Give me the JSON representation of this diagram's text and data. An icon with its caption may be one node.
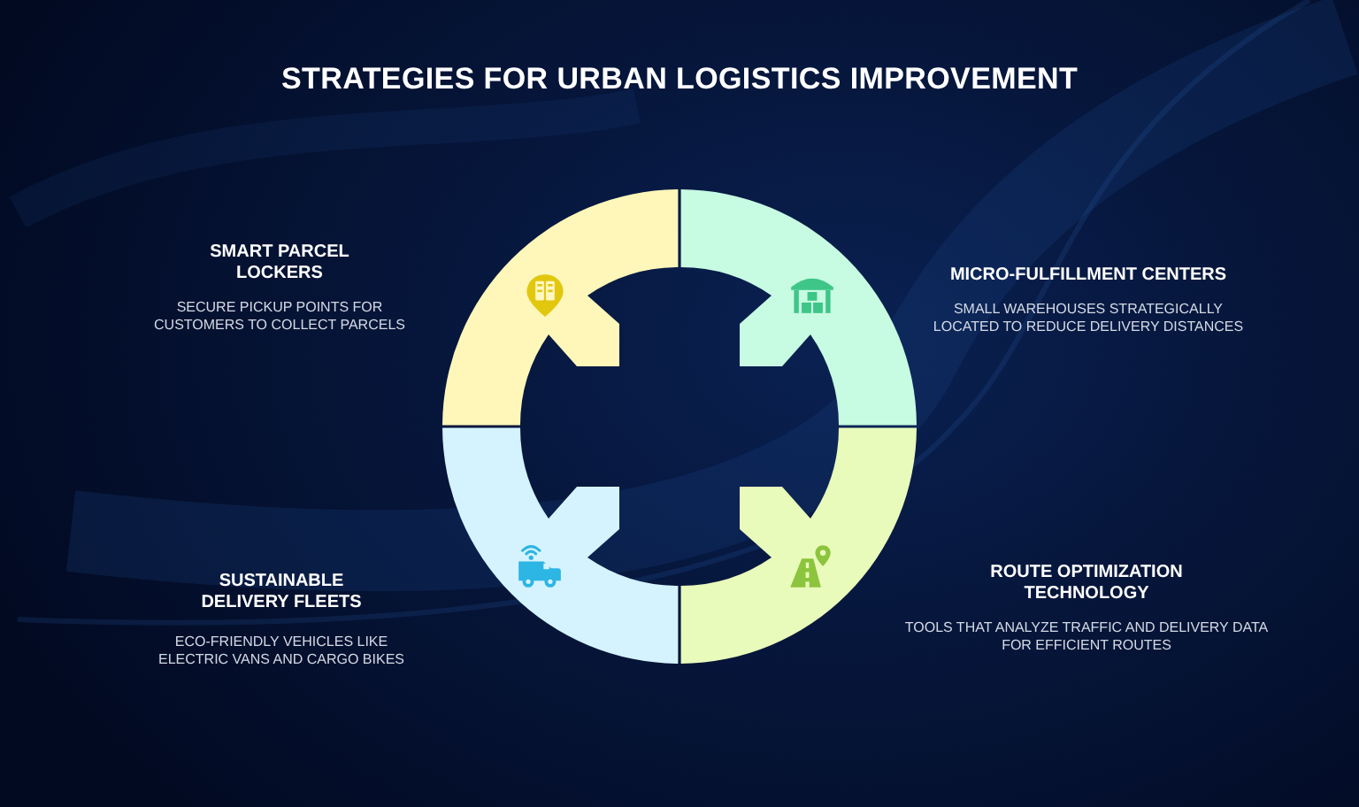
{
  "diagram": {
    "title": "STRATEGIES FOR URBAN LOGISTICS IMPROVEMENT",
    "nodes": [
      {
        "text": [],
        "shape": "arc",
        "beside": [
          "SMART PARCEL LOCKERS",
          "SECURE PICKUP POINTS FOR CUSTOMERS TO COLLECT PARCELS"
        ]
      },
      {
        "text": [],
        "shape": "arc",
        "beside": [
          "MICRO-FULFILLMENT CENTERS",
          "SMALL WAREHOUSES STRATEGICALLY LOCATED TO REDUCE DELIVERY DISTANCES"
        ]
      },
      {
        "text": [],
        "shape": "arc",
        "beside": [
          "SUSTAINABLE DELIVERY FLEETS",
          "ECO-FRIENDLY VEHICLES LIKE ELECTRIC VANS AND CARGO BIKES"
        ]
      },
      {
        "text": [],
        "shape": "arc",
        "beside": [
          "ROUTE OPTIMIZATION TECHNOLOGY",
          "TOOLS THAT ANALYZE TRAFFIC AND DELIVERY DATA FOR EFFICIENT ROUTES"
        ]
      }
    ]
  }
}
